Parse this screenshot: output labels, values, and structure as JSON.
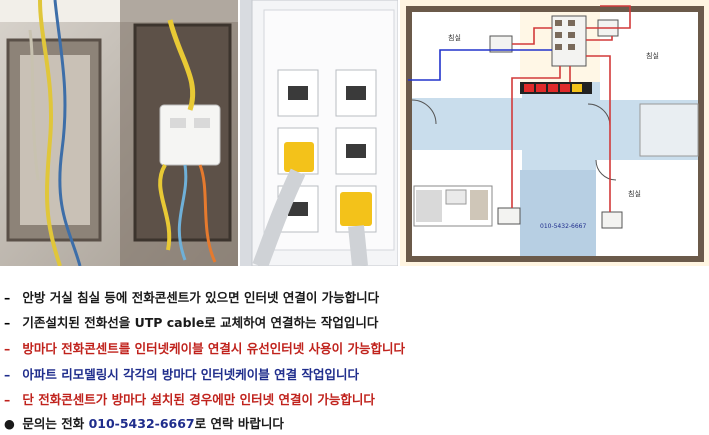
{
  "photos": {
    "wall_box": {
      "alt": ""
    },
    "outlet_panel": {
      "alt": ""
    }
  },
  "floor_plan": {
    "rooms": [
      "침실",
      "침실",
      "침실"
    ],
    "phone_label": "010-5432-6667",
    "colors": {
      "red_line": "#d23a3a",
      "blue_line": "#2233cc",
      "wall": "#6b5a4a",
      "floor": "#c9ddec",
      "room": "#ffffff"
    }
  },
  "bullets": [
    {
      "mark": "–",
      "text": "안방 거실 침실 등에 전화콘센트가 있으면 인터넷 연결이 가능합니다",
      "color": "#1a1a1a"
    },
    {
      "mark": "–",
      "text": "기존설치된 전화선을 UTP cable로  교체하여 연결하는 작업입니다",
      "color": "#1a1a1a"
    },
    {
      "mark": "–",
      "text": "방마다 전화콘센트를 인터넷케이블 연결시 유선인터넷 사용이 가능합니다",
      "color": "#c0221c"
    },
    {
      "mark": "–",
      "text": "아파트 리모델링시 각각의 방마다 인터넷케이블 연결 작업입니다",
      "color": "#1f2d8c"
    },
    {
      "mark": "–",
      "text": "단 전화콘센트가 방마다 설치된 경우에만 인터넷 연결이 가능합니다",
      "color": "#c0221c"
    }
  ],
  "contact": {
    "mark": "●",
    "prefix": "문의는 전화 ",
    "phone": "010-5432-6667",
    "suffix": "로 연락 바랍니다"
  }
}
